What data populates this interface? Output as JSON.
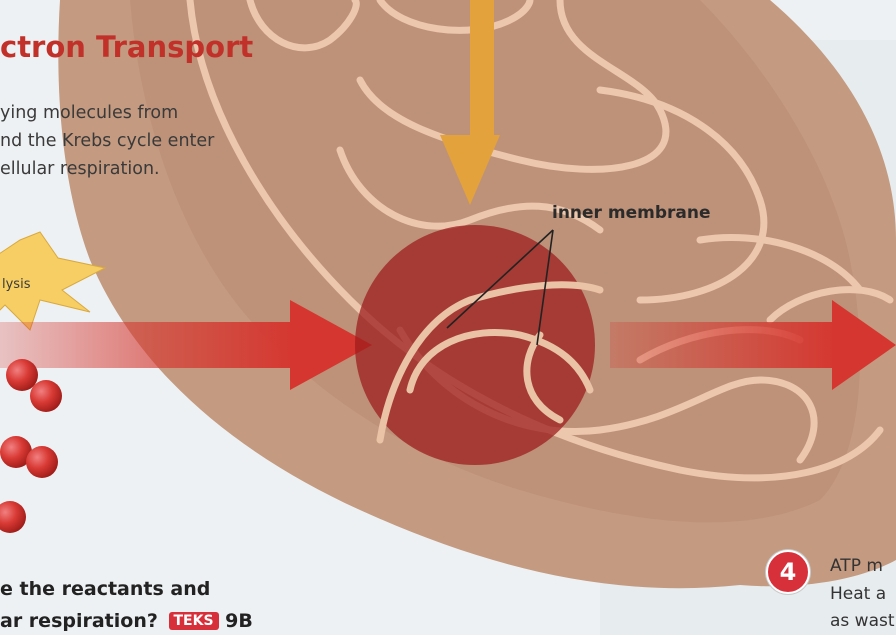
{
  "heading": {
    "title": "ctron Transport"
  },
  "intro": {
    "lines": [
      "ying molecules from",
      "nd the Krebs cycle enter",
      "ellular respiration."
    ]
  },
  "diagram": {
    "glycolysis_label": "lysis",
    "inner_membrane_label": "inner membrane",
    "colors": {
      "cytoplasm": "#eef1f3",
      "mitochondrion": "#c59a80",
      "membrane_line": "#ecc7ad",
      "flow_arrow": "#d5362f",
      "electron_arrow": "#e3a23b",
      "magnifier": "#9e1e1e",
      "glycolysis_star": "#f6ce63",
      "molecule": "#d93a35"
    }
  },
  "question": {
    "line1": "e the reactants and",
    "line2": "ar respiration?",
    "teks_badge": "TEKS",
    "teks_code": "9B"
  },
  "step4": {
    "number": "4",
    "lines": [
      "ATP m",
      "Heat a",
      "as wast"
    ]
  }
}
